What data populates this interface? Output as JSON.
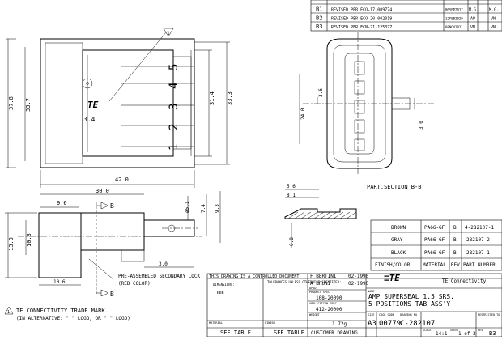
{
  "revisions": [
    {
      "rev": "B1",
      "description": "REVISED PER ECO-17-009774",
      "date": "06SEP2017",
      "by": "M.G.",
      "chk": "M.G."
    },
    {
      "rev": "B2",
      "description": "REVISED PER ECO-20-002019",
      "date": "12FEB2020",
      "by": "AP",
      "chk": "VN"
    },
    {
      "rev": "B3",
      "description": "REVISED PER ECN-21-125377",
      "date": "08NOV2021",
      "by": "VN",
      "chk": "VN"
    }
  ],
  "view_a": {
    "callout_number": "1",
    "brand_text": "TE",
    "tab_label": "3.4",
    "position_numbers": [
      "5",
      "4",
      "3",
      "2",
      "1"
    ],
    "dim_overall_height": "37.8",
    "dim_body_height": "33.7",
    "dim_inner_height": "31.4",
    "dim_right_height": "33.3",
    "dim_overall_length": "42.0"
  },
  "view_b": {
    "dim_length": "30.0",
    "dim_lock_offset": "9.6",
    "section_marker": "B",
    "dim_left_height": "13.0",
    "dim_inner_height": "10.3",
    "dim_hole_dia": "ø5.1",
    "dim_small_a": "7.4",
    "dim_small_b": "9.3",
    "dim_tab_width": "3.0",
    "dim_bottom_length": "10.6",
    "lock_note_line1": "PRE-ASSEMBLED SECONDARY LOCK",
    "lock_note_line2": "(RED COLOR)"
  },
  "view_c": {
    "dim_top": "3.6",
    "dim_main": "24.0",
    "dim_side": "3.0"
  },
  "section_view": {
    "label": "PART.SECTION  B-B",
    "dim_width": "5.6",
    "dim_radius": "8.1",
    "dim_height": "0.8"
  },
  "trademark_note": {
    "line1": "TE CONNECTIVITY TRADE MARK.",
    "line2": "(IN ALTERNATIVE: \"   \" LOGO, OR \"   \" LOGO)",
    "callout_number": "1"
  },
  "parts_table": {
    "rows": [
      {
        "color": "BROWN",
        "material": "PA66-GF",
        "rev": "B",
        "part": "4-282107-1"
      },
      {
        "color": "GRAY",
        "material": "PA66-GF",
        "rev": "B",
        "part": "282107-2"
      },
      {
        "color": "BLACK",
        "material": "PA66-GF",
        "rev": "B",
        "part": "282107-1"
      }
    ],
    "headers": {
      "color": "FINISH/COLOR",
      "material": "MATERIAL",
      "rev": "REV",
      "part": "PART NUMBER"
    }
  },
  "title_block": {
    "controlled_text": "THIS DRAWING IS A CONTROLLED DOCUMENT",
    "dimensions_label": "DIMENSIONS:",
    "units": "mm",
    "tolerances_label": "TOLERANCES UNLESS OTHERWISE SPECIFIED:",
    "drawn_name": "F BERTINI",
    "drawn_date": "02-1990",
    "checked_name": "A BRUNI",
    "checked_date": "02-1990",
    "appvd_label": "APVD",
    "product_spec_label": "PRODUCT SPEC",
    "product_spec": "108-20090",
    "application_spec_label": "APPLICATION SPEC",
    "application_spec": "412-20000",
    "weight_label": "WEIGHT",
    "weight": "1.72g",
    "material_label": "MATERIAL",
    "finish_label": "FINISH",
    "material_value": "SEE TABLE",
    "finish_value": "SEE TABLE",
    "customer_drawing": "CUSTOMER DRAWING",
    "company": "TE Connectivity",
    "name_label": "NAME",
    "title_line1": "AMP SUPERSEAL 1.5 SRS.",
    "title_line2": "5 POSITIONS TAB ASS'Y",
    "size_label": "SIZE",
    "size": "A3",
    "cage_label": "CAGE CODE",
    "cage_code": "00779",
    "drawing_no_label": "DRAWING NO",
    "drawing_no": "C-282107",
    "restricted_label": "RESTRICTED TO",
    "scale_label": "SCALE",
    "scale": "14:1",
    "sheet_label": "SHEET",
    "sheet": "1 of 2",
    "rev_label": "REV",
    "rev": "B3"
  }
}
